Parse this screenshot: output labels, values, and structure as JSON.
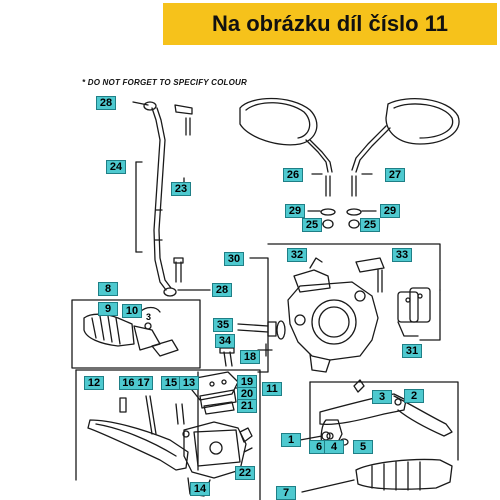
{
  "banner": {
    "title": "Na obrázku díl číslo 11"
  },
  "note": "* DO NOT FORGET TO SPECIFY COLOUR",
  "colors": {
    "banner_bg": "#f6c21b",
    "label_bg": "#4ec9cf",
    "line": "#1a1a1a"
  },
  "labels": {
    "p28_top": "28",
    "p24": "24",
    "p23": "23",
    "p26": "26",
    "p27": "27",
    "p29_left": "29",
    "p29_right": "29",
    "p25_left": "25",
    "p25_right": "25",
    "p30": "30",
    "p32": "32",
    "p33": "33",
    "p8": "8",
    "p9": "9",
    "p10": "10",
    "p28_mid": "28",
    "p35": "35",
    "p31": "31",
    "p34": "34",
    "p18": "18",
    "p12": "12",
    "p16_17": "16 17",
    "p15": "15",
    "p13": "13",
    "p19": "19",
    "p20": "20",
    "p21": "21",
    "p11": "11",
    "p3": "3",
    "p2": "2",
    "p1": "1",
    "p6": "6",
    "p4": "4",
    "p5": "5",
    "p22": "22",
    "p14": "14",
    "p7": "7"
  },
  "small_text": {
    "n3": "3"
  }
}
